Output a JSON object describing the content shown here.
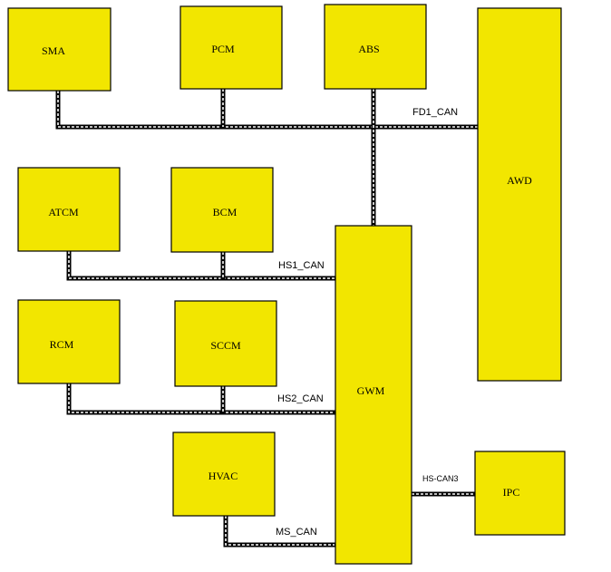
{
  "diagram": {
    "nodes": {
      "sma": "SMA",
      "pcm": "PCM",
      "abs": "ABS",
      "awd": "AWD",
      "atcm": "ATCM",
      "bcm": "BCM",
      "rcm": "RCM",
      "sccm": "SCCM",
      "hvac": "HVAC",
      "gwm": "GWM",
      "ipc": "IPC"
    },
    "buses": {
      "fd1": "FD1_CAN",
      "hs1": "HS1_CAN",
      "hs2": "HS2_CAN",
      "ms": "MS_CAN",
      "hs3": "HS-CAN3"
    },
    "colors": {
      "node_fill": "#f2e600",
      "node_border": "#000000",
      "wire": "#000000",
      "wire_dash": "#ffffff"
    }
  }
}
